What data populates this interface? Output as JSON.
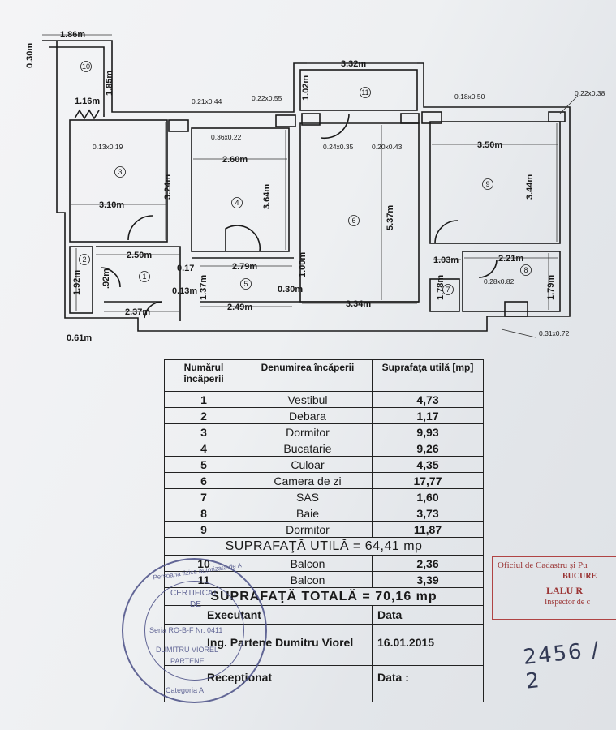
{
  "plan": {
    "dims": {
      "d186": "1.86m",
      "d030": "0.30m",
      "d185": "1.85m",
      "d116": "1.16m",
      "d332": "3.32m",
      "d102": "1.02m",
      "s021": "0.21x0.44",
      "s022": "0.22x0.55",
      "s036": "0.36x0.22",
      "s013": "0.13x0.19",
      "s024": "0.24x0.35",
      "s020": "0.20x0.43",
      "s018": "0.18x0.50",
      "s022b": "0.22x0.38",
      "d260": "2.60m",
      "d350": "3.50m",
      "d324": "3.24m",
      "d364": "3.64m",
      "d537": "5.37m",
      "d344": "3.44m",
      "d310": "3.10m",
      "d250": "2.50m",
      "d017": "0.17",
      "d279": "2.79m",
      "d100": "1.00m",
      "d103": "1.03m",
      "d221": "2.21m",
      "d192": "1.92m",
      "d092": ".92m",
      "d137": "1.37m",
      "d013": "0.13m",
      "d030b": "0.30m",
      "d178": "1.78m",
      "d179": "1.79m",
      "s028": "0.28x0.82",
      "d237": "2.37m",
      "d249": "2.49m",
      "d334": "3.34m",
      "d061": "0.61m",
      "s031": "0.31x0.72"
    },
    "rooms": {
      "r1": "1",
      "r2": "2",
      "r3": "3",
      "r4": "4",
      "r5": "5",
      "r6": "6",
      "r7": "7",
      "r8": "8",
      "r9": "9",
      "r10": "10",
      "r11": "11"
    }
  },
  "table": {
    "headers": {
      "number": "Numărul încăperii",
      "name": "Denumirea încăperii",
      "area": "Suprafaţa utilă [mp]"
    },
    "rows": [
      {
        "no": "1",
        "name": "Vestibul",
        "area": "4,73"
      },
      {
        "no": "2",
        "name": "Debara",
        "area": "1,17"
      },
      {
        "no": "3",
        "name": "Dormitor",
        "area": "9,93"
      },
      {
        "no": "4",
        "name": "Bucatarie",
        "area": "9,26"
      },
      {
        "no": "5",
        "name": "Culoar",
        "area": "4,35"
      },
      {
        "no": "6",
        "name": "Camera de zi",
        "area": "17,77"
      },
      {
        "no": "7",
        "name": "SAS",
        "area": "1,60"
      },
      {
        "no": "8",
        "name": "Baie",
        "area": "3,73"
      },
      {
        "no": "9",
        "name": "Dormitor",
        "area": "11,87"
      }
    ],
    "useful_total": "SUPRAFAŢĂ UTILĂ = 64,41 mp",
    "balcony_rows": [
      {
        "no": "10",
        "name": "Balcon",
        "area": "2,36"
      },
      {
        "no": "11",
        "name": "Balcon",
        "area": "3,39"
      }
    ],
    "grand_total": "SUPRAFAŢĂ TOTALĂ = 70,16 mp",
    "executant_label": "Executant",
    "data_label": "Data",
    "executant_name": "Ing. Partene Dumitru Viorel",
    "executant_date": "16.01.2015",
    "receptionat_label": "Recepţionat",
    "data_colon_label": "Data :"
  },
  "stamps": {
    "round_top": "Persoana fizica autorizata de ANCPI sa execute lucrari de cadastru",
    "round_cert": "CERTIFICAT",
    "round_de": "DE",
    "round_series": "Seria RO-B-F Nr. 0411",
    "round_name": "DUMITRU VIOREL",
    "round_surname": "PARTENE",
    "round_category": "Categoria A",
    "office_line": "Oficiul de Cadastru şi Pu",
    "office_city": "BUCURE",
    "office_name": "LALU R",
    "office_role": "Inspector de c",
    "hand_number": "2456 / 2"
  }
}
